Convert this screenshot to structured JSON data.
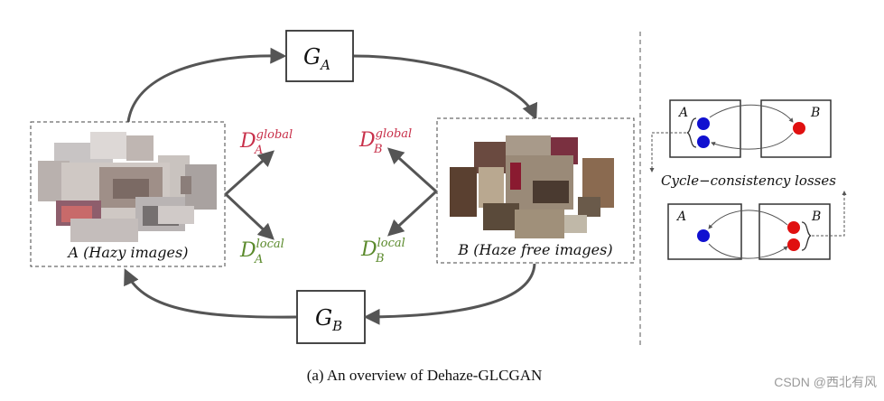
{
  "generators": {
    "ga": {
      "main": "G",
      "sub": "A"
    },
    "gb": {
      "main": "G",
      "sub": "B"
    }
  },
  "discriminators": {
    "a_global": {
      "main": "D",
      "sub": "A",
      "sup": "global"
    },
    "a_local": {
      "main": "D",
      "sub": "A",
      "sup": "local"
    },
    "b_global": {
      "main": "D",
      "sub": "B",
      "sup": "global"
    },
    "b_local": {
      "main": "D",
      "sub": "B",
      "sup": "local"
    }
  },
  "domains": {
    "a_label": "A (Hazy images)",
    "b_label": "B (Haze free images)"
  },
  "cycle": {
    "top_a": "A",
    "top_b": "B",
    "bottom_a": "A",
    "bottom_b": "B",
    "title": "Cycle−consistency losses"
  },
  "caption": "(a) An overview of Dehaze-GLCGAN",
  "watermark": "CSDN @西北有风",
  "colors": {
    "global_red": "#c8304a",
    "local_green": "#5b8a2c",
    "arrow_gray": "#555555",
    "dot_blue": "#1010d0",
    "dot_red": "#e01010"
  }
}
